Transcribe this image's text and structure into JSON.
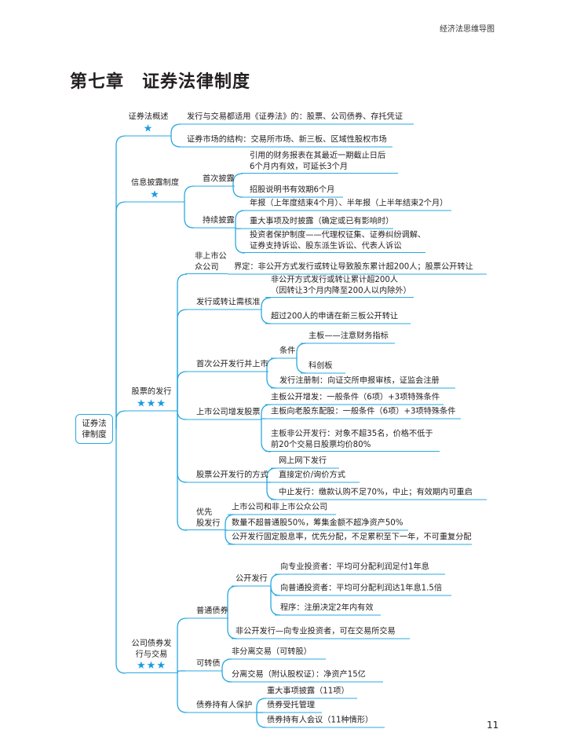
{
  "header": "经济法思维导图",
  "title": "第七章　证券法律制度",
  "root": "证券法\n律制度",
  "page_number": "11",
  "line_color": "#29a8e0",
  "star_color": "#1a9be0",
  "nodes": [
    {
      "text": "证券法概述",
      "stars": "★"
    },
    {
      "text": "发行与交易都适用《证券法》的：股票、公司债券、存托凭证"
    },
    {
      "text": "证券市场的结构：交易所市场、新三板、区域性股权市场"
    },
    {
      "text": "信息披露制度",
      "stars": "★"
    },
    {
      "text": "首次披露"
    },
    {
      "text": "持续披露"
    },
    {
      "text": "引用的财务报表在其最近一期截止日后\n6个月内有效，可延长3个月"
    },
    {
      "text": "招股说明书有效期6个月"
    },
    {
      "text": "年报（上年度结束4个月）、半年报（上半年结束2个月）"
    },
    {
      "text": "重大事项及时披露（确定或已有影响时）"
    },
    {
      "text": "投资者保护制度——代理权征集、证券纠纷调解、\n证券支持诉讼、股东派生诉讼、代表人诉讼"
    },
    {
      "text": "股票的发行",
      "stars": "★★★"
    },
    {
      "text": "非上市公\n众公司"
    },
    {
      "text": "界定：非公开方式发行或转让导致股东累计超200人；股票公开转让"
    },
    {
      "text": "发行或转让需核准"
    },
    {
      "text": "非公开方式发行或转让累计超200人\n（因转让3个月内降至200人以内除外）"
    },
    {
      "text": "超过200人的申请在新三板公开转让"
    },
    {
      "text": "首次公开发行并上市"
    },
    {
      "text": "条件"
    },
    {
      "text": "主板——注意财务指标"
    },
    {
      "text": "科创板"
    },
    {
      "text": "发行注册制：向证交所申报审核，证监会注册"
    },
    {
      "text": "上市公司增发股票"
    },
    {
      "text": "主板公开增发：一般条件（6项）+3项特殊条件"
    },
    {
      "text": "主板向老股东配股：一般条件（6项）+3项特殊条件"
    },
    {
      "text": "主板非公开发行：对象不超35名，价格不低于\n前20个交易日股票均价80%"
    },
    {
      "text": "股票公开发行的方式"
    },
    {
      "text": "网上网下发行"
    },
    {
      "text": "直接定价/询价方式"
    },
    {
      "text": "中止发行：缴款认购不足70%，中止；有效期内可重启"
    },
    {
      "text": "优先\n股发行"
    },
    {
      "text": "上市公司和非上市公众公司"
    },
    {
      "text": "数量不超普通股50%，筹集金额不超净资产50%"
    },
    {
      "text": "公开发行固定股息率，优先分配，不足累积至下一年，不可重复分配"
    },
    {
      "text": "公司债券发\n行与交易",
      "stars": "★★★"
    },
    {
      "text": "普通债券"
    },
    {
      "text": "公开发行"
    },
    {
      "text": "向专业投资者：平均可分配利润足付1年息"
    },
    {
      "text": "向普通投资者：平均可分配利润达1年息1.5倍"
    },
    {
      "text": "程序：注册决定2年内有效"
    },
    {
      "text": "非公开发行—向专业投资者，可在交易所交易"
    },
    {
      "text": "可转债"
    },
    {
      "text": "非分离交易（可转股）"
    },
    {
      "text": "分离交易（附认股权证）：净资产15亿"
    },
    {
      "text": "债券持有人保护"
    },
    {
      "text": "重大事项披露（11项）"
    },
    {
      "text": "债券受托管理"
    },
    {
      "text": "债券持有人会议（11种情形）"
    }
  ]
}
